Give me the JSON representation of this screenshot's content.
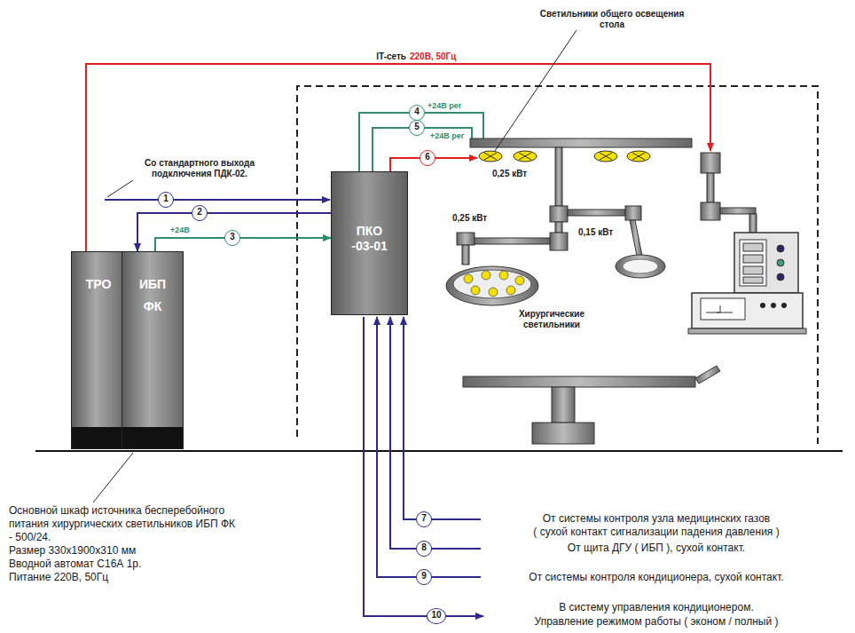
{
  "diagram": {
    "nodes": [
      {
        "text": [
          "ТРО"
        ]
      },
      {
        "text": [
          "ИБП",
          "ФК"
        ]
      },
      {
        "text": [
          "ПКО -03-01"
        ]
      }
    ],
    "edges": [
      {
        "from": 2,
        "to": 1,
        "arrow": "to"
      },
      {
        "from": 1,
        "to": 2,
        "arrow": "to",
        "label": "+24В"
      }
    ],
    "labels": [
      "Светильники общего освещения стола",
      "IT-сеть",
      "220В, 50Гц",
      "Со стандартного выхода подключения ПДК-02.",
      "1",
      "2",
      "3",
      "+24В рег",
      "4",
      "+24В рег",
      "5",
      "6",
      "0,25 кВт",
      "0,25 кВт",
      "0,15 кВт",
      "Хирургические светильники",
      "Основной шкаф источника бесперебойного питания хирургических светильников ИБП ФК - 500/24.",
      "Размер 330x1900x310 мм",
      "Вводной автомат С16А 1р.",
      "Питание 220В, 50Гц",
      "7",
      "От системы контроля узла медицинских газов",
      "( сухой контакт сигнализации падения давления )",
      "8",
      "От щита ДГУ ( ИБП ), сухой контакт.",
      "9",
      "От системы контроля кондиционера, сухой контакт.",
      "10",
      "В систему управления кондиционером.",
      "Управление режимом работы ( эконом / полный )"
    ]
  }
}
